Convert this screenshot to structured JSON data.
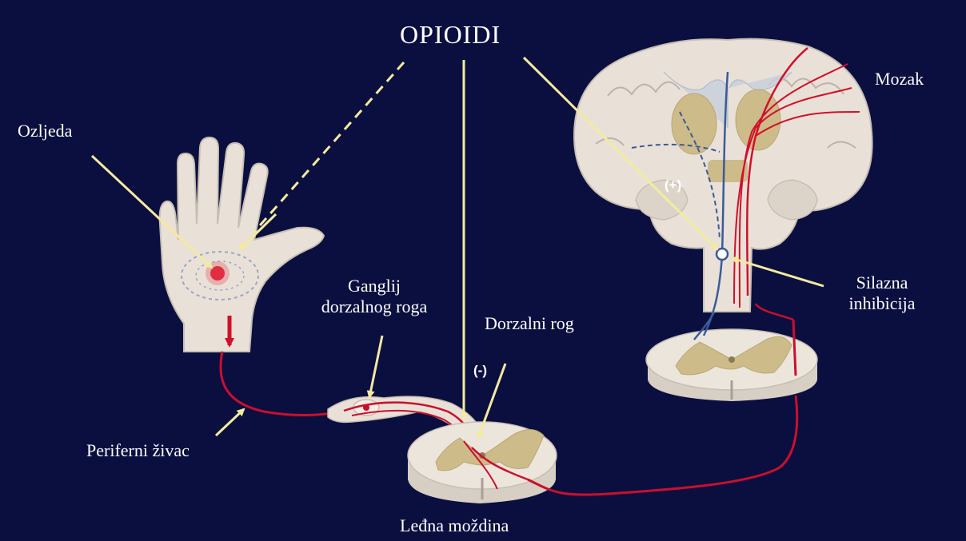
{
  "labels": {
    "opioidi": "OPIOIDI",
    "mozak": "Mozak",
    "ozljeda": "Ozljeda",
    "ganglij_line1": "Ganglij",
    "ganglij_line2": "dorzalnog roga",
    "dorzalni_rog": "Dorzalni rog",
    "silazna_line1": "Silazna",
    "silazna_line2": "inhibicija",
    "periferni_zivac": "Periferni živac",
    "ledna_mozdina": "Leđna moždina",
    "minus_sign": "(-)",
    "plus_sign": "(+)"
  },
  "colors": {
    "background": "#0b0f3f",
    "label_text": "#ffffff",
    "arrow_yellow": "#f3eaa0",
    "nerve_red": "#c8102e",
    "descending_blue": "#3a5a9a",
    "tissue": "#e9e1d8",
    "gray_matter": "#cdbb8a"
  }
}
